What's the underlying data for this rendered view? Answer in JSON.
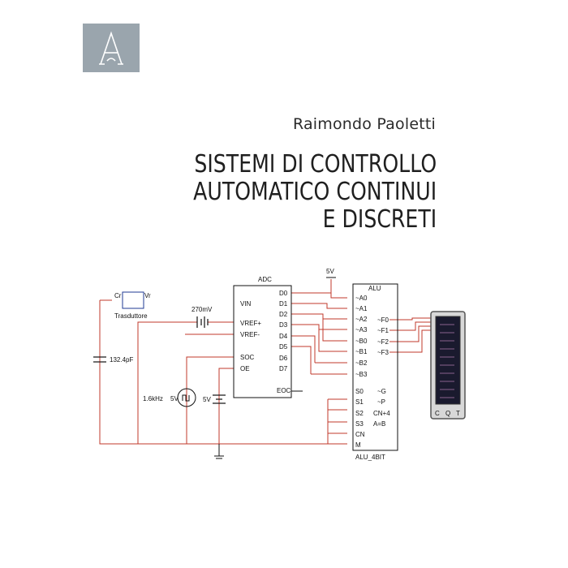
{
  "publisher_logo": {
    "icon": "publisher-a-monogram-icon",
    "letter": "A"
  },
  "author": "Raimondo Paoletti",
  "title_lines": [
    "SISTEMI DI CONTROLLO",
    "AUTOMATICO CONTINUI",
    "E DISCRETI"
  ],
  "circuit": {
    "transducer_label": "Trasduttore",
    "transducer_pins": [
      "Cr",
      "Vr"
    ],
    "capacitor": "132.4pF",
    "battery_ref": "270mV",
    "source_freq": "1.6kHz",
    "source_voltage": "5V",
    "dc_voltage": "5V",
    "supply_label": "5V",
    "adc": {
      "title": "ADC",
      "left_pins": [
        "VIN",
        "VREF+",
        "VREF-",
        "SOC",
        "OE"
      ],
      "right_pins": [
        "D0",
        "D1",
        "D2",
        "D3",
        "D4",
        "D5",
        "D6",
        "D7"
      ],
      "eoc": "EOC"
    },
    "alu": {
      "title": "ALU",
      "part": "ALU_4BIT",
      "inputs": [
        "~A0",
        "~A1",
        "~A2",
        "~A3",
        "~B0",
        "~B1",
        "~B2",
        "~B3"
      ],
      "selects": [
        "S0",
        "S1",
        "S2",
        "S3",
        "CN",
        "M"
      ],
      "outputs": [
        "~F0",
        "~F1",
        "~F2",
        "~F3"
      ],
      "outputs2": [
        "~G",
        "~P",
        "CN+4",
        "A=B"
      ]
    },
    "display_pins": [
      "C",
      "Q",
      "T"
    ],
    "colors": {
      "wire": "#c0392b",
      "component": "#1a1a1a",
      "transducer_box": "#1f3a93"
    }
  }
}
